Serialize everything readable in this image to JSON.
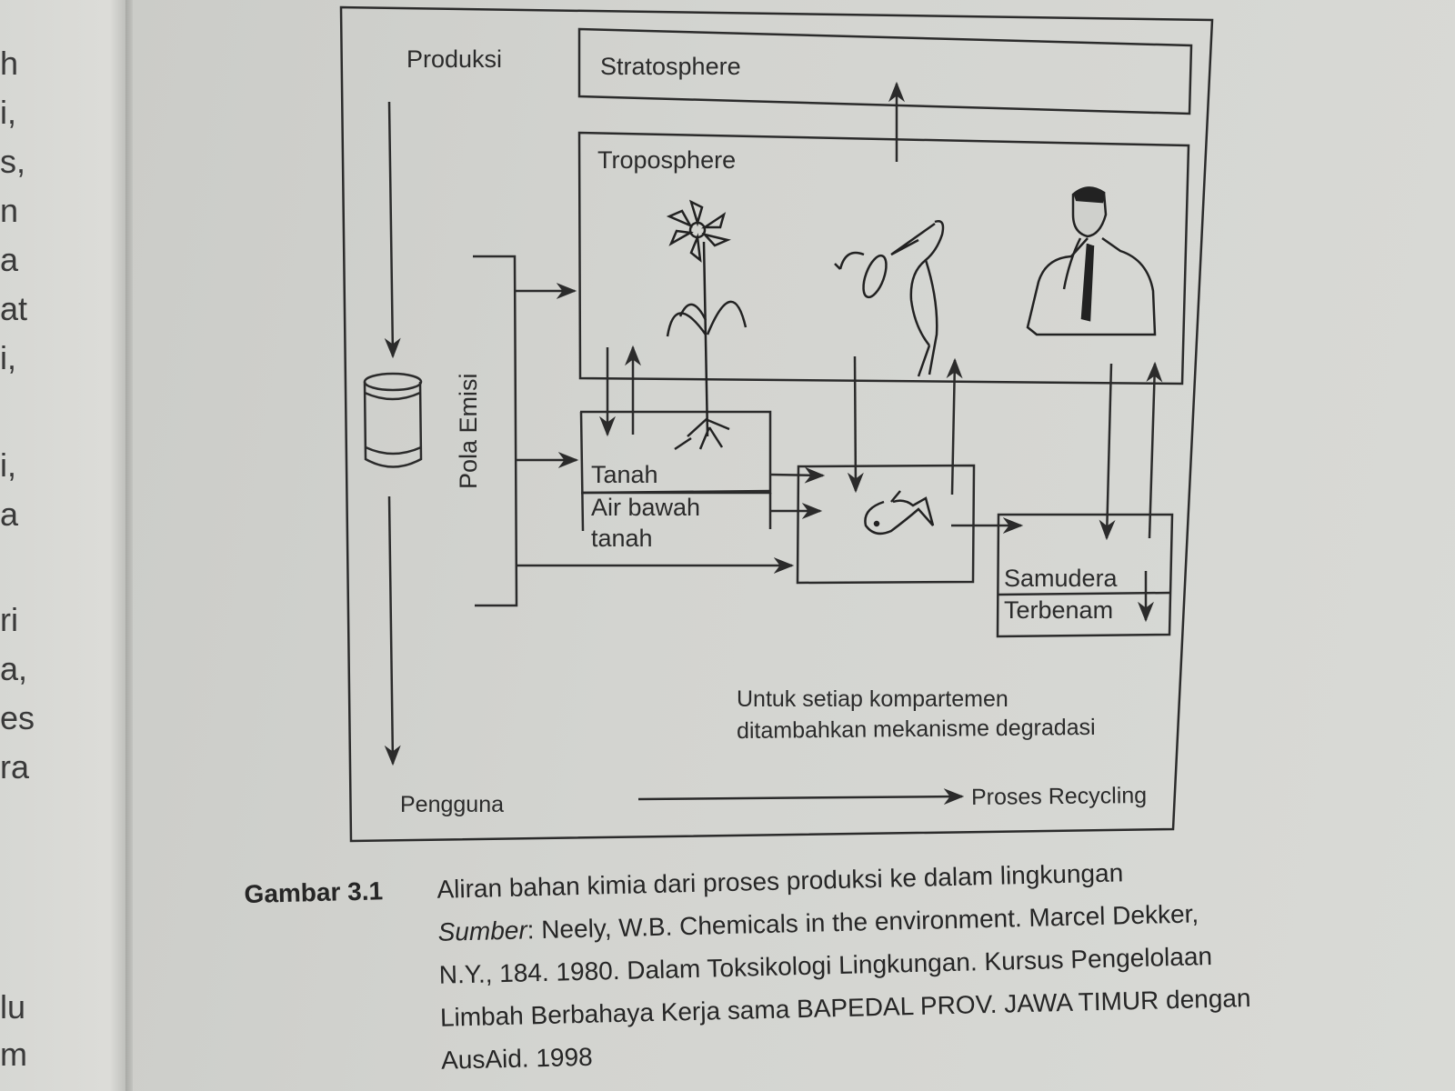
{
  "left_page": {
    "fragments": [
      "h",
      "i,",
      "s,",
      "n",
      "a",
      "at",
      "i,",
      "i,",
      "a",
      "ri",
      "a,",
      "es",
      "ra",
      "lu",
      "m"
    ]
  },
  "diagram": {
    "producer_label": "Produksi",
    "user_label": "Pengguna",
    "emission_label": "Pola Emisi",
    "compartments": {
      "stratosphere": "Stratosphere",
      "troposphere": "Troposphere",
      "soil": "Tanah",
      "groundwater_line1": "Air bawah",
      "groundwater_line2": "tanah",
      "ocean": "Samudera",
      "sediment": "Terbenam"
    },
    "illustrations": [
      "flower-plant",
      "heron-eating-fish",
      "man-eating",
      "fish",
      "roots",
      "storage-drum"
    ],
    "degradation_note_line1": "Untuk setiap kompartemen",
    "degradation_note_line2": "ditambahkan mekanisme degradasi",
    "recycling_label": "Proses Recycling"
  },
  "caption": {
    "figure_label": "Gambar 3.1",
    "title": "Aliran bahan kimia dari proses produksi ke dalam lingkungan",
    "source_label": "Sumber",
    "source_line1": ": Neely, W.B. Chemicals in the environment. Marcel Dekker,",
    "source_line2": "N.Y., 184. 1980. Dalam Toksikologi Lingkungan. Kursus Pengelolaan",
    "source_line3": "Limbah Berbahaya Kerja sama BAPEDAL PROV. JAWA TIMUR dengan",
    "source_line4": "AusAid. 1998"
  }
}
